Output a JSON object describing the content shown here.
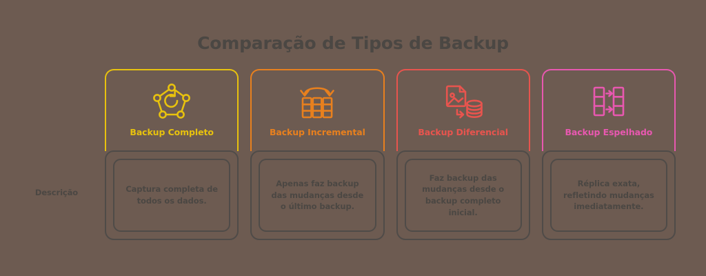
{
  "title": "Comparação de Tipos de Backup",
  "background_color": "#6d5b51",
  "title_color": "#4b4743",
  "rows": {
    "description_label": "Descrição"
  },
  "columns": [
    {
      "label": "Backup Completo",
      "color": "#e8c20e",
      "icon": "pentagon-network-restore-icon",
      "description": "Captura completa de todos os dados."
    },
    {
      "label": "Backup Incremental",
      "color": "#e8801e",
      "icon": "server-racks-arc-arrow-icon",
      "description": "Apenas faz backup das mudanças desde o último backup."
    },
    {
      "label": "Backup Diferencial",
      "color": "#e8544e",
      "icon": "image-file-to-database-icon",
      "description": "Faz backup das mudanças desde o backup completo inicial."
    },
    {
      "label": "Backup Espelhado",
      "color": "#e858b0",
      "icon": "server-mirror-arrows-icon",
      "description": "Réplica exata, refletindo mudanças imediatamente."
    }
  ]
}
